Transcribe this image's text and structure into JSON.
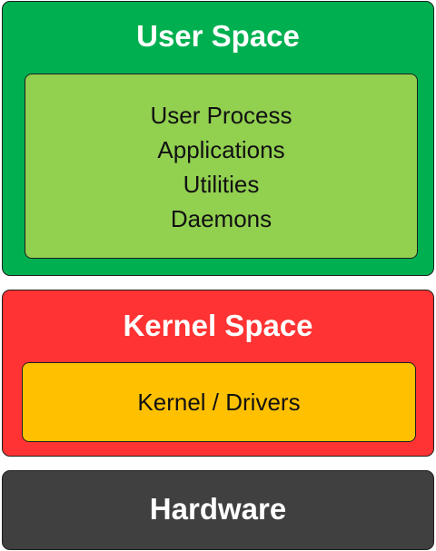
{
  "user_space": {
    "title": "User Space",
    "items": [
      "User Process",
      "Applications",
      "Utilities",
      "Daemons"
    ],
    "colors": {
      "outer": "#00b050",
      "inner": "#92d050"
    }
  },
  "kernel_space": {
    "title": "Kernel Space",
    "inner_label": "Kernel / Drivers",
    "colors": {
      "outer": "#ff3333",
      "inner": "#ffc000"
    }
  },
  "hardware": {
    "title": "Hardware",
    "colors": {
      "outer": "#404040"
    }
  }
}
